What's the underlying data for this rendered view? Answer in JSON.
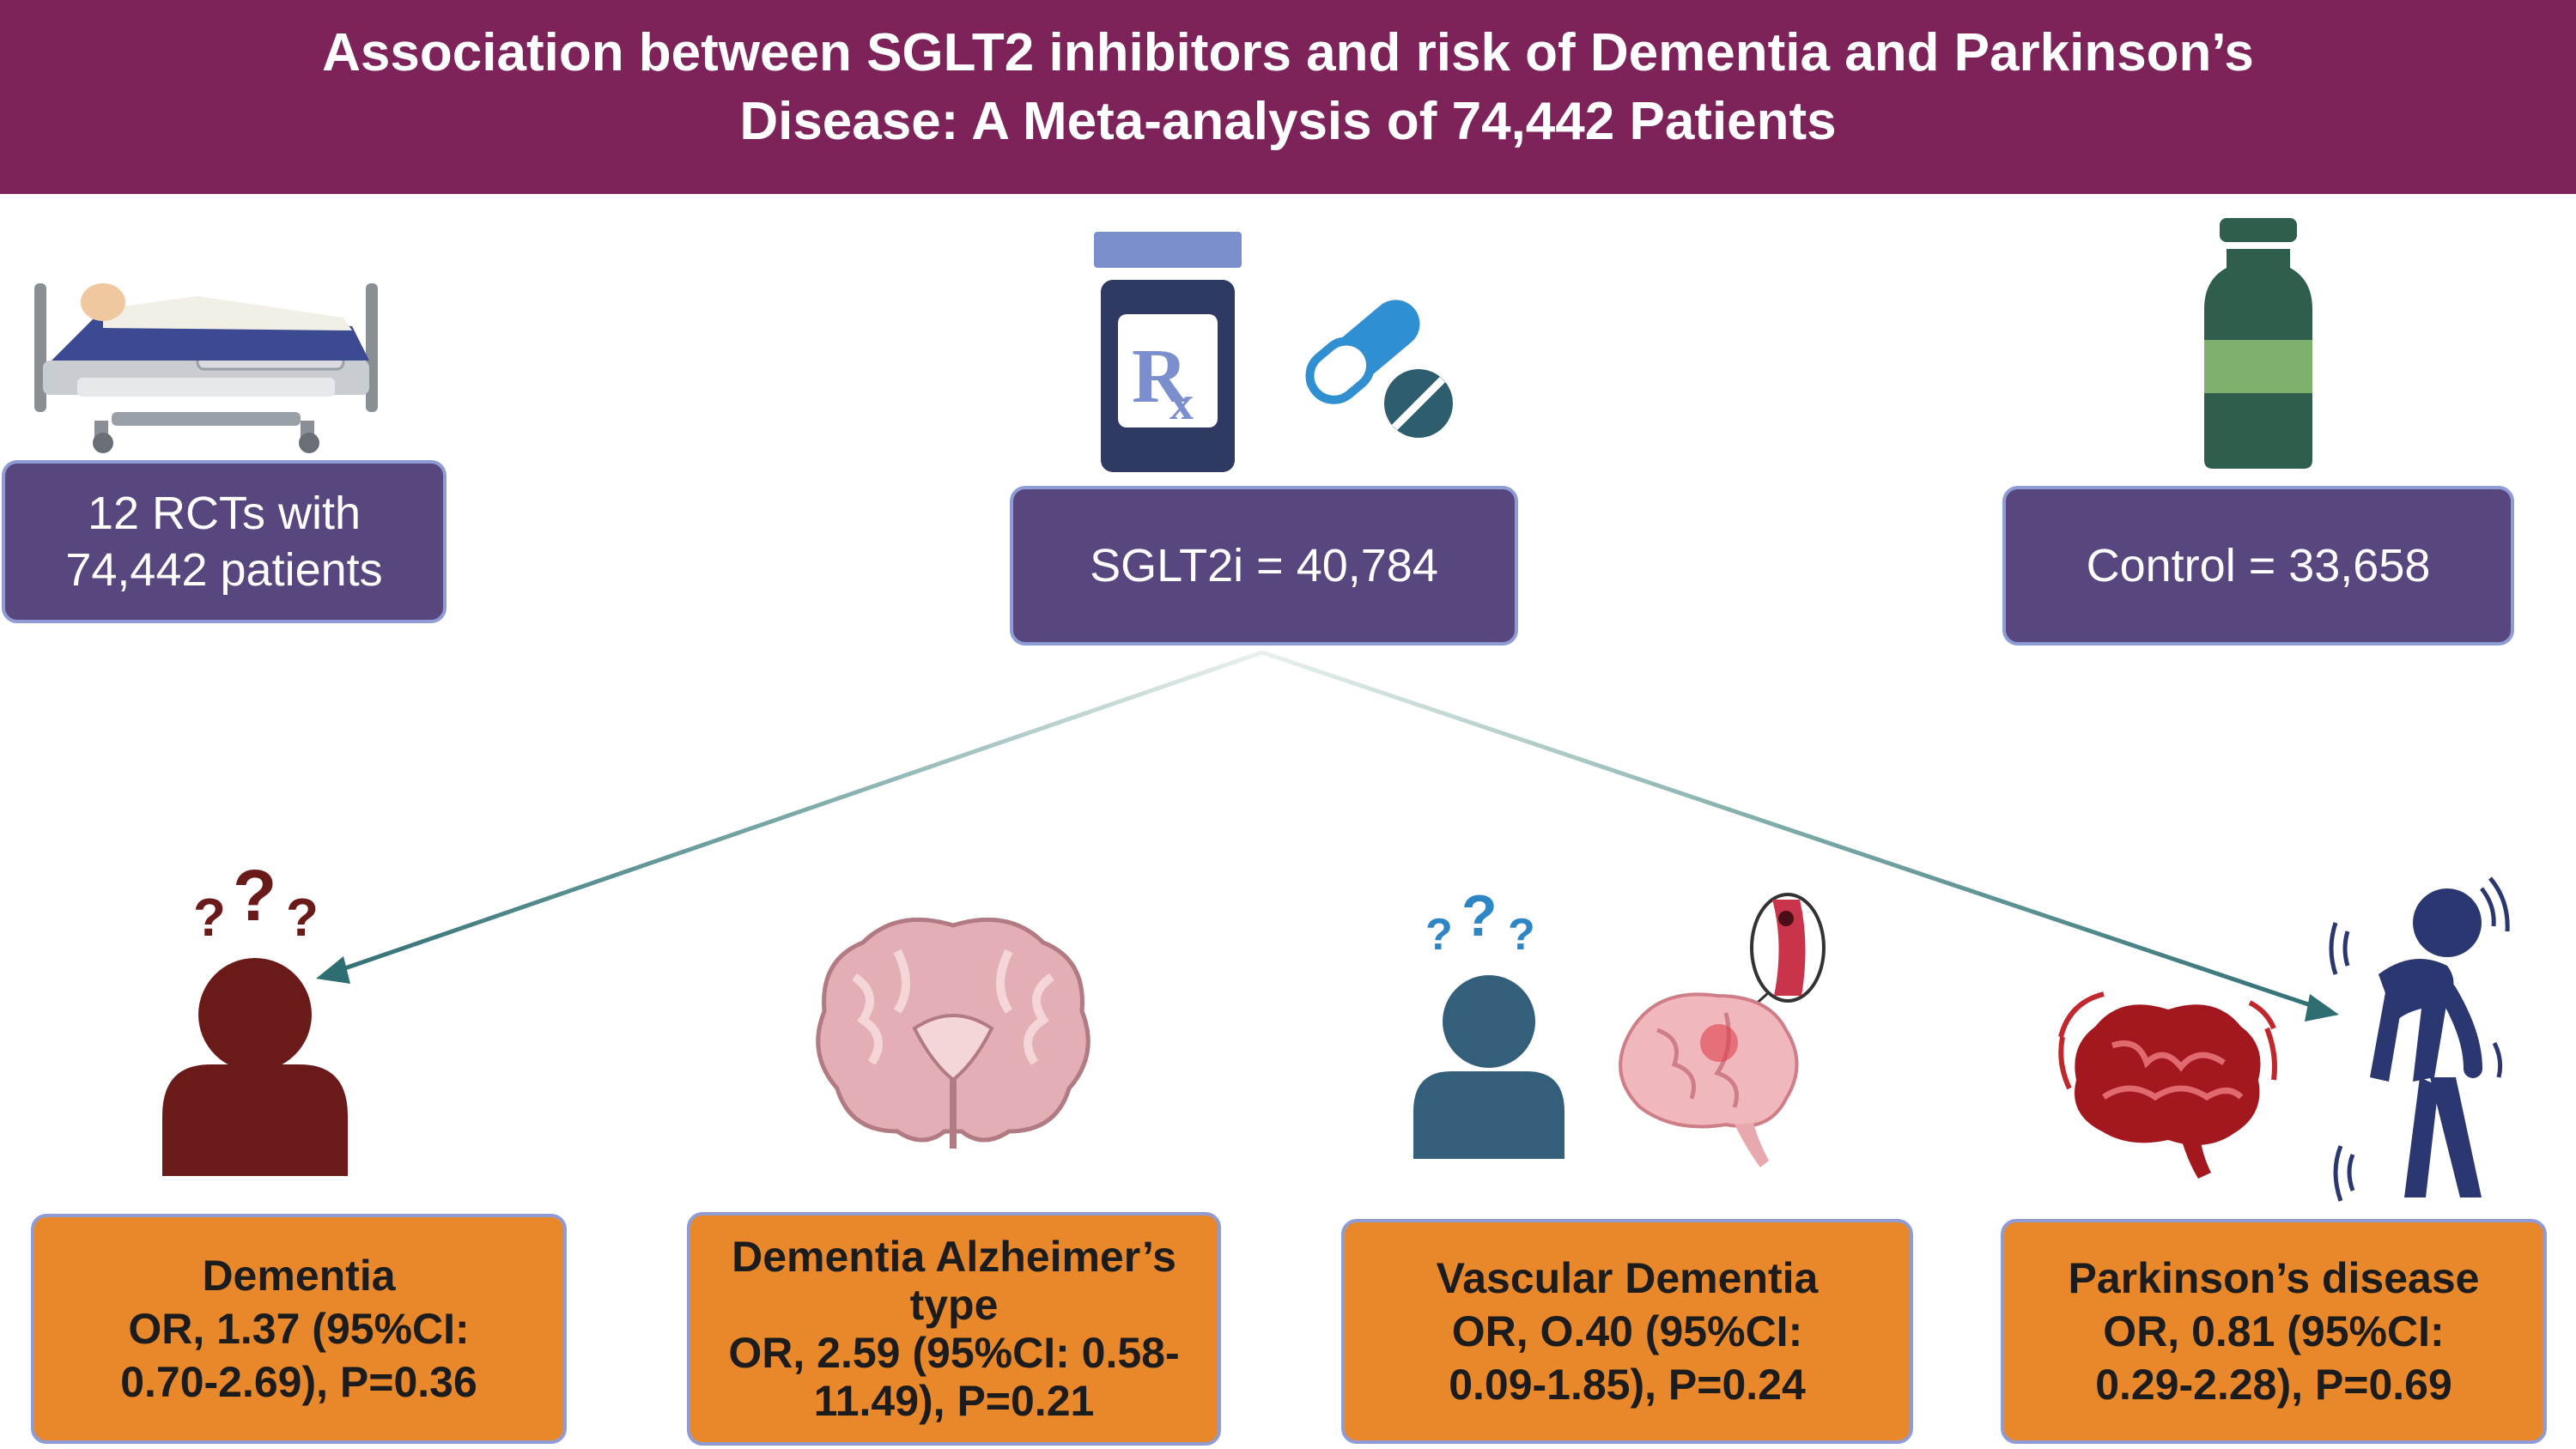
{
  "header": {
    "title_line1": "Association between SGLT2 inhibitors and risk of Dementia and Parkinson’s",
    "title_line2": "Disease: A Meta-analysis of 74,442 Patients"
  },
  "population": {
    "rcts_label": "12 RCTs with 74,442 patients",
    "sglt2_label": "SGLT2i = 40,784",
    "control_label": "Control = 33,658"
  },
  "outcomes": [
    {
      "title": "Dementia",
      "stat": "OR, 1.37 (95%CI: 0.70-2.69), P=0.36"
    },
    {
      "title": "Dementia Alzheimer’s type",
      "stat": "OR, 2.59 (95%CI: 0.58-11.49), P=0.21"
    },
    {
      "title": "Vascular Dementia",
      "stat": "OR, O.40 (95%CI: 0.09-1.85), P=0.24"
    },
    {
      "title": "Parkinson’s disease",
      "stat": "OR, 0.81 (95%CI: 0.29-2.28), P=0.69"
    }
  ],
  "icons": {
    "patient_bed": "hospital-bed-patient-icon",
    "rx_bottle": "prescription-bottle-icon",
    "pills": "capsule-and-tablet-icon",
    "control_bottle": "control-bottle-icon",
    "dementia_person": "confused-person-icon",
    "alzheimer_brain": "brain-coronal-section-icon",
    "vascular_person": "confused-person-icon",
    "vascular_brain": "brain-vessel-icon",
    "parkinson_brain": "trembling-brain-icon",
    "parkinson_person": "stooped-person-icon"
  },
  "colors": {
    "header_bg": "#7e2359",
    "purple_box": "#58467f",
    "orange_box": "#e8882a",
    "box_border": "#8f9bd4",
    "arrow": "#2e6e73"
  }
}
